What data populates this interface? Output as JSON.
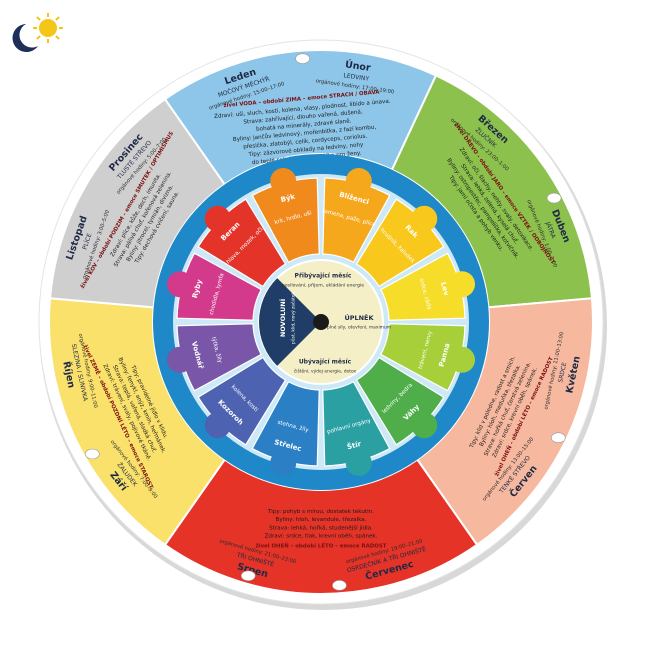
{
  "icons": {
    "logo": "sun-moon-logo-icon",
    "organ_kidney": "kidney-icon",
    "organ_liver": "liver-icon",
    "organ_heart": "heart-icon",
    "organ_lungs": "lungs-icon",
    "organ_stomach": "stomach-icon",
    "organ_bladder": "bladder-icon"
  },
  "colors": {
    "water": "#8dc6e8",
    "wood": "#8cc14e",
    "fire_spring": "#f6b9a0",
    "fire": "#e53328",
    "earth": "#f9e16b",
    "metal": "#cfcfcf",
    "ring_blue": "#1f88c8",
    "ring_light": "#cde8f6",
    "inner_dark": "#1f3d66",
    "inner_cream": "#f5efc8"
  },
  "outer": [
    {
      "id": "water",
      "month_a": "Leden",
      "month_a_sub": "MOČOVÝ MĚCHÝŘ",
      "month_a_hours": "orgánové hodiny: 15:00–17:00",
      "month_b": "Únor",
      "month_b_sub": "LEDVINY",
      "month_b_hours": "orgánové hodiny: 17:00–19:00",
      "element_line": "živel VODA – období ZIMA – emoce STRACH / OBAVA",
      "lines": [
        "Zdraví: uši, sluch, kosti, kolena, vlasy, plodnost, libido a únava.",
        "Strava: zahřívající, dlouho vařená, dušená,",
        "bohatá na minerály, zdravé slaně.",
        "Byliny: jančův ledvinový, mořenbitka, z fazí kombu,",
        "přesička, zlatobýl, celík, cordyceps, coriolus.",
        "Tipy: zázvorové obklady na ledviny, nohy",
        "do teplé soli, bylinná napářka pro ženy."
      ]
    },
    {
      "id": "wood",
      "month_a": "Březen",
      "month_a_sub": "ŽLUČNÍK",
      "month_a_hours": "orgánové hodiny: 23:00–1:00",
      "month_b": "Duben",
      "month_b_sub": "JÁTRA",
      "month_b_hours": "orgánové hodiny: 1:00–3:00",
      "element_line": "živel DŘEVO – období JARO – emoce VZTEK / ODBOJNOST",
      "lines": [
        "Zdraví: oči, šlachy, nehty, svaly, detoxikace.",
        "Strava: lehká, zelená, kyselá chuť.",
        "Byliny: ostropestřec, pampeliška, kotvičník.",
        "Tipy: jarní očista a pohyb venku."
      ]
    },
    {
      "id": "fire_spring",
      "month_a": "Květen",
      "month_a_sub": "SRDCE",
      "month_a_hours": "orgánové hodiny: 11:00–13:00",
      "month_b": "Červen",
      "month_b_sub": "TENKÉ STŘEVO",
      "month_b_hours": "orgánové hodiny: 13:00–15:00",
      "element_line": "živel OHEŇ – období LÉTO – emoce RADOST",
      "lines": [
        "Zdraví: srdce, krevní oběh, spánek.",
        "Strava: hořká chuť, čerstvá zelenina.",
        "Byliny: hloh, meduňka, třezalka.",
        "Tipy: klid v poledne, radost a smích."
      ]
    },
    {
      "id": "fire",
      "month_a": "Červenec",
      "month_a_sub": "OSRDEČNÍK A TŘI OHNIŠTĚ",
      "month_a_hours": "orgánové hodiny: 19:00–21:00",
      "month_b": "Srpen",
      "month_b_sub": "TŘI OHNIŠTĚ",
      "month_b_hours": "orgánové hodiny: 21:00–23:00",
      "element_line": "živel OHEŇ – období LÉTO – emoce RADOST",
      "lines": [
        "Zdraví: srdce, tlak, krevní oběh, spánek.",
        "Strava: lehká, hořká, studenější jídla.",
        "Byliny: hloh, levandule, třezalka.",
        "Tipy: pohyb s mírou, dostatek tekutin."
      ]
    },
    {
      "id": "earth",
      "month_a": "Září",
      "month_a_sub": "ŽALUDEK",
      "month_a_hours": "orgánové hodiny: 7:00–9:00",
      "month_b": "Říjen",
      "month_b_sub": "SLEZINA / SLINIVKA",
      "month_b_hours": "orgánové hodiny: 9:00–11:00",
      "element_line": "živel ZEMĚ – období POZDNÍ LÉTO – emoce STAROST",
      "lines": [
        "Zdraví: trávení, svaly, pojivové tkáně.",
        "Strava: teplá, vařená, sladká chuť.",
        "Byliny: fenykl, anýz, kmín, heřmánek.",
        "Tipy: pravidelné jídlo v klidu."
      ]
    },
    {
      "id": "metal",
      "month_a": "Listopad",
      "month_a_sub": "PLÍCE",
      "month_a_hours": "orgánové hodiny: 3:00–5:00",
      "month_b": "Prosinec",
      "month_b_sub": "TLUSTÉ STŘEVO",
      "month_b_hours": "orgánové hodiny: 5:00–7:00",
      "element_line": "živel KOV – období PODZIM – emoce SMUTEK / OPTIMISMUS",
      "lines": [
        "Zdraví: plíce, kůže, dech, imunita.",
        "Strava: pálivá chuť, kořenová zelenina.",
        "Byliny: jitrocel, tymián, divizna.",
        "Tipy: dechová cvičení, sauna."
      ]
    }
  ],
  "moon": [
    {
      "id": "aries",
      "name": "Beran",
      "text": "hlava, mozek, oči"
    },
    {
      "id": "taurus",
      "name": "Býk",
      "text": "krk, hrdlo, uši"
    },
    {
      "id": "gemini",
      "name": "Blíženci",
      "text": "ramena, paže, plíce"
    },
    {
      "id": "cancer",
      "name": "Rak",
      "text": "hrudník, žaludek"
    },
    {
      "id": "leo",
      "name": "Lev",
      "text": "srdce, záda"
    },
    {
      "id": "virgo",
      "name": "Panna",
      "text": "trávení, nervy"
    },
    {
      "id": "libra",
      "name": "Váhy",
      "text": "ledviny, bedra"
    },
    {
      "id": "scorpio",
      "name": "Štír",
      "text": "pohlavní orgány"
    },
    {
      "id": "sagittarius",
      "name": "Střelec",
      "text": "stehna, žíly"
    },
    {
      "id": "capricorn",
      "name": "Kozoroh",
      "text": "kolena, kosti"
    },
    {
      "id": "aquarius",
      "name": "Vodnář",
      "text": "lýtka, žíly"
    },
    {
      "id": "pisces",
      "name": "Ryby",
      "text": "chodidla, lymfa"
    }
  ],
  "center": {
    "waxing_title": "Přibývající měsíc",
    "waxing_text": "posilování, příjem, ukládání energie",
    "full_title": "ÚPLNĚK",
    "full_text": "plné síly, otevření, maximum",
    "waning_title": "Ubývající měsíc",
    "waning_text": "čištění, výdej energie, detox",
    "new_title": "NOVOLUNÍ",
    "new_text": "půst, klid, nový začátek"
  }
}
